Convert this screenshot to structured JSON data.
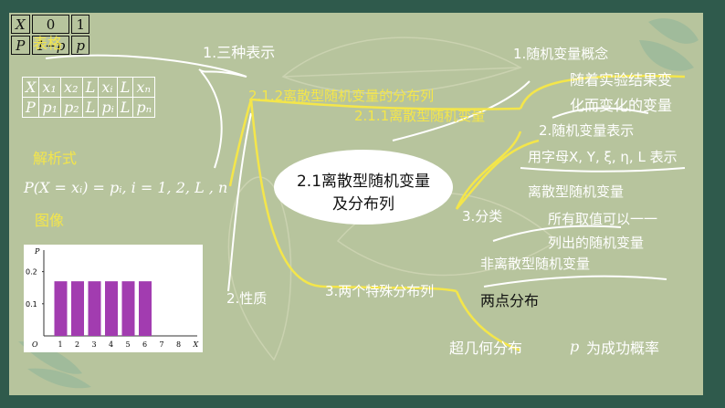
{
  "slide": {
    "center_node": {
      "line1": "2.1离散型随机变量",
      "line2": "及分布列"
    },
    "branch_212": "2.1.2离散型随机变量的分布列",
    "branch_211": "2.1.1离散型随机变量",
    "three_forms": "1.三种表示",
    "table_label": "表格",
    "dist_table": {
      "row1": [
        "X",
        "x₁",
        "x₂",
        "L",
        "xᵢ",
        "L",
        "xₙ"
      ],
      "row2": [
        "P",
        "p₁",
        "p₂",
        "L",
        "pᵢ",
        "L",
        "pₙ"
      ]
    },
    "formula_label": "解析式",
    "formula": "P(X = xᵢ) = pᵢ, i = 1, 2, L , n",
    "image_label": "图像",
    "properties": "2.性质",
    "special": "3.两个特殊分布列",
    "concept": {
      "title": "1.随机变量概念",
      "desc1": "随着实验结果变",
      "desc2": "化而变化的变量"
    },
    "notation": {
      "title": "2.随机变量表示",
      "desc": "用字母X, Y, ξ, η, L  表示"
    },
    "classify": {
      "title": "3.分类",
      "discrete": "离散型随机变量",
      "discrete_desc1": "所有取值可以一一",
      "discrete_desc2": "列出的随机变量",
      "non_discrete": "非离散型随机变量"
    },
    "two_point": {
      "label": "两点分布",
      "row1": [
        "X",
        "0",
        "1"
      ],
      "row2": [
        "P",
        "1−p",
        "p"
      ]
    },
    "hypergeometric": "超几何分布",
    "success": {
      "symbol": "p",
      "text": "为成功概率"
    }
  },
  "chart_data": {
    "type": "bar",
    "categories": [
      "1",
      "2",
      "3",
      "4",
      "5",
      "6"
    ],
    "values": [
      0.17,
      0.17,
      0.17,
      0.17,
      0.17,
      0.17
    ],
    "xticks": [
      "O",
      "1",
      "2",
      "3",
      "4",
      "5",
      "6",
      "7",
      "8",
      "X"
    ],
    "yticks": [
      "0.2",
      "0.1"
    ],
    "ylabel": "P",
    "ylim": [
      0,
      0.25
    ],
    "bar_color": "#a23cb0"
  },
  "colors": {
    "accent": "#f4e64a",
    "frame": "#2f5a4c"
  }
}
